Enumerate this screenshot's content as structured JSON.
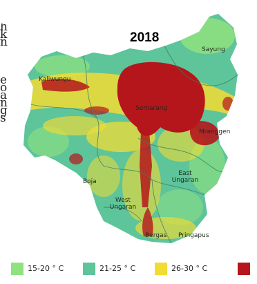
{
  "map": {
    "year": "2018",
    "places": [
      "Sayung",
      "Kaliwungu",
      "Semarang",
      "Mranggen",
      "East Ungaran",
      "Boja",
      "West Ungaran",
      "Bergas",
      "Pringapus"
    ]
  },
  "edge_text": [
    "h",
    "k",
    "n",
    "e",
    "o",
    "a",
    "n",
    "g",
    "s"
  ],
  "legend": [
    {
      "label": "15-20 ° C",
      "color": "#8fe27f"
    },
    {
      "label": "21-25 ° C",
      "color": "#5ec49a"
    },
    {
      "label": "26-30 ° C",
      "color": "#f2dc34"
    },
    {
      "label": "",
      "color": "#b5161b"
    }
  ]
}
